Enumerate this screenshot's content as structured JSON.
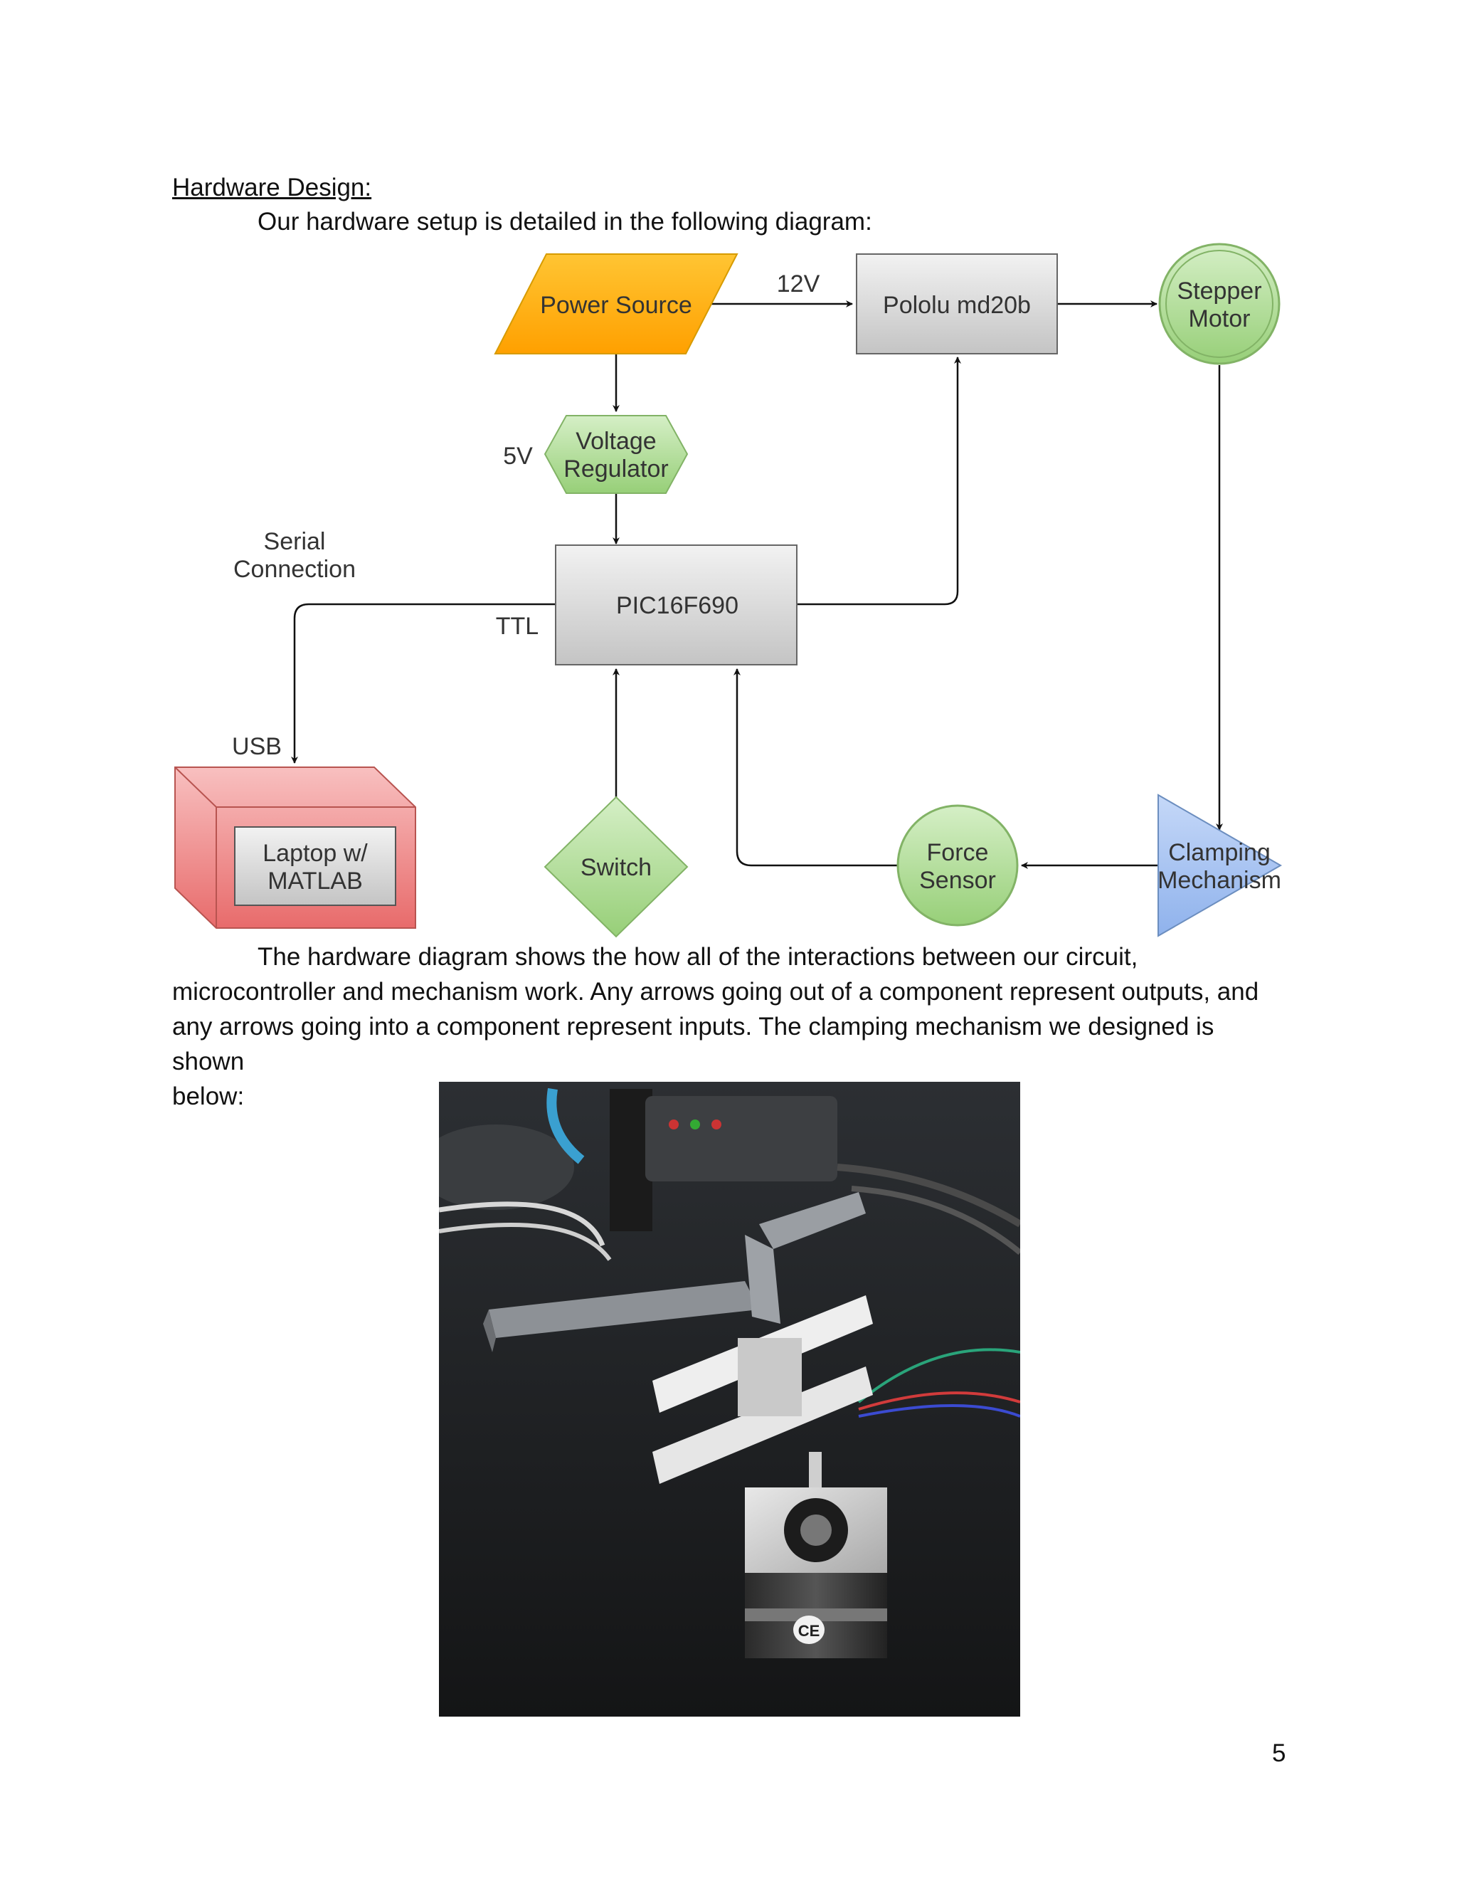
{
  "heading": "Hardware Design:",
  "intro": "Our hardware setup is detailed in the following diagram:",
  "diagram": {
    "power_source": "Power Source",
    "driver": "Pololu md20b",
    "stepper_line1": "Stepper",
    "stepper_line2": "Motor",
    "regulator_line1": "Voltage",
    "regulator_line2": "Regulator",
    "mcu": "PIC16F690",
    "laptop_line1": "Laptop w/",
    "laptop_line2": "MATLAB",
    "switch": "Switch",
    "force_line1": "Force",
    "force_line2": "Sensor",
    "clamp_line1": "Clamping",
    "clamp_line2": "Mechanism",
    "label_12v": "12V",
    "label_5v": "5V",
    "label_serial_line1": "Serial",
    "label_serial_line2": "Connection",
    "label_ttl": "TTL",
    "label_usb": "USB",
    "colors": {
      "power_fill": "#ffb000",
      "box_fill": "#d6d6d6",
      "green_fill": "#a9d88f",
      "green_stroke": "#82b366",
      "laptop_fill": "#f08080",
      "clamp_fill": "#a4c2f4"
    }
  },
  "paragraph": [
    "The hardware diagram shows the how all of the interactions between our circuit,",
    "microcontroller and mechanism work.  Any arrows going out of a component represent outputs, and",
    "any arrows going into a component represent inputs. The clamping mechanism we designed is shown",
    "below:"
  ],
  "photo_markings": "CE",
  "page_number": "5"
}
